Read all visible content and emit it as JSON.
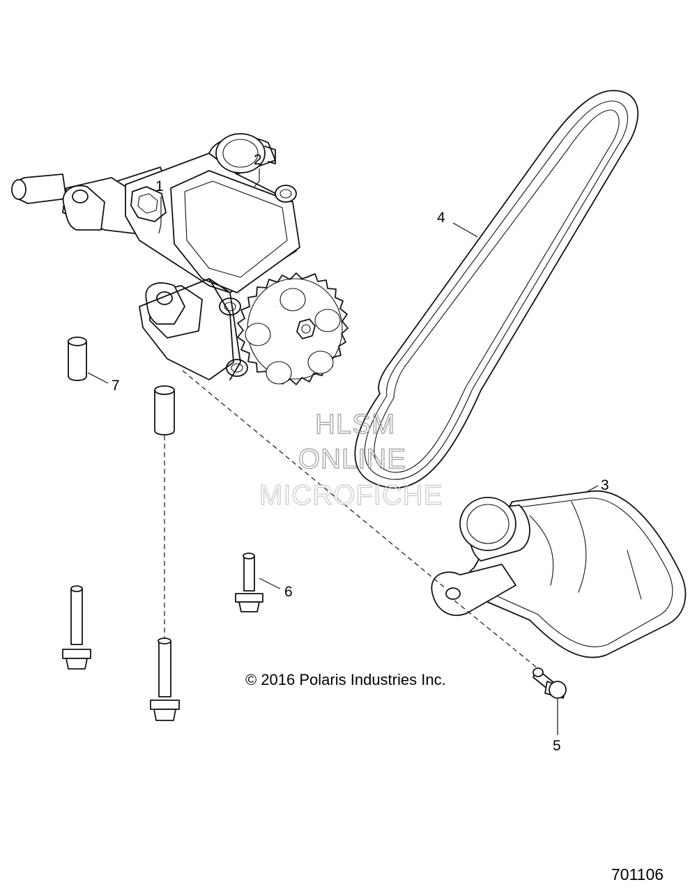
{
  "diagram": {
    "callouts": [
      {
        "id": "1",
        "text": "1"
      },
      {
        "id": "2",
        "text": "2"
      },
      {
        "id": "3",
        "text": "3"
      },
      {
        "id": "4",
        "text": "4"
      },
      {
        "id": "5",
        "text": "5"
      },
      {
        "id": "6",
        "text": "6"
      },
      {
        "id": "7",
        "text": "7"
      }
    ],
    "copyright": "© 2016 Polaris Industries Inc.",
    "figure_number": "701106",
    "watermark": {
      "line1": "HLSM",
      "line2": "ONLINE",
      "line3": "MICROFICHE"
    },
    "colors": {
      "line": "#111111",
      "background": "#ffffff",
      "watermark": "#9a9a9a"
    }
  }
}
